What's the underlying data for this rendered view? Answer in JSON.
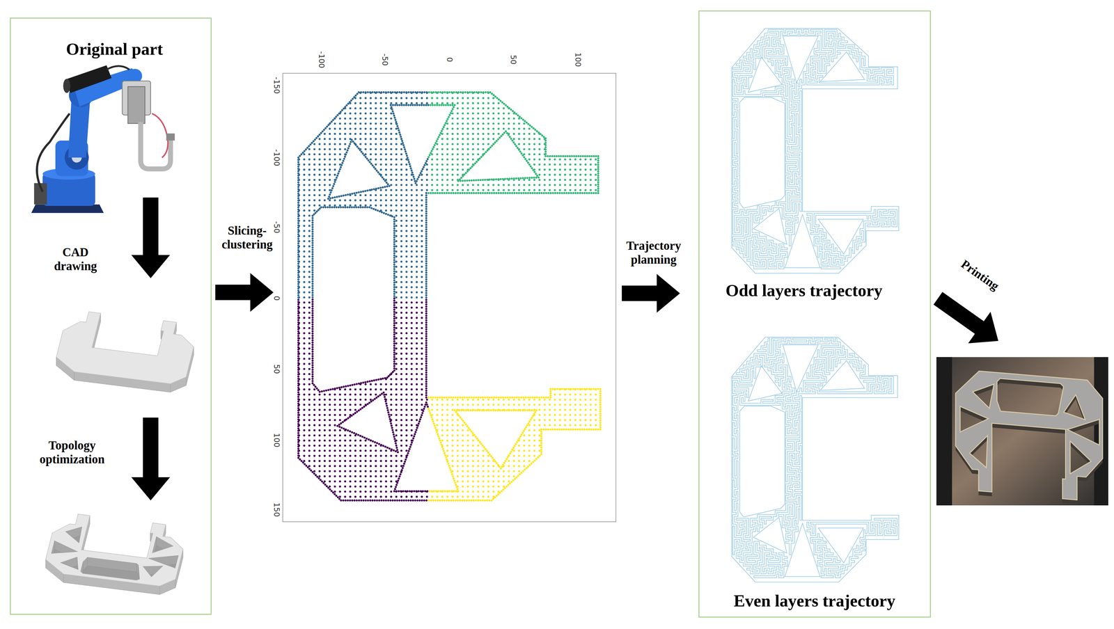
{
  "diagram": {
    "nodes": [
      {
        "text": [
          "Original part",
          "CAD drawing",
          "Topology optimization"
        ]
      },
      {
        "text": [
          "Odd layers trajectory",
          "Even layers trajectory"
        ]
      }
    ],
    "labels": [
      "Slicing-clustering",
      "Trajectory planning",
      "Printing",
      "-100",
      "-50",
      "0",
      "50",
      "100",
      "-150",
      "-100",
      "-50",
      "0",
      "50",
      "100",
      "150"
    ]
  }
}
